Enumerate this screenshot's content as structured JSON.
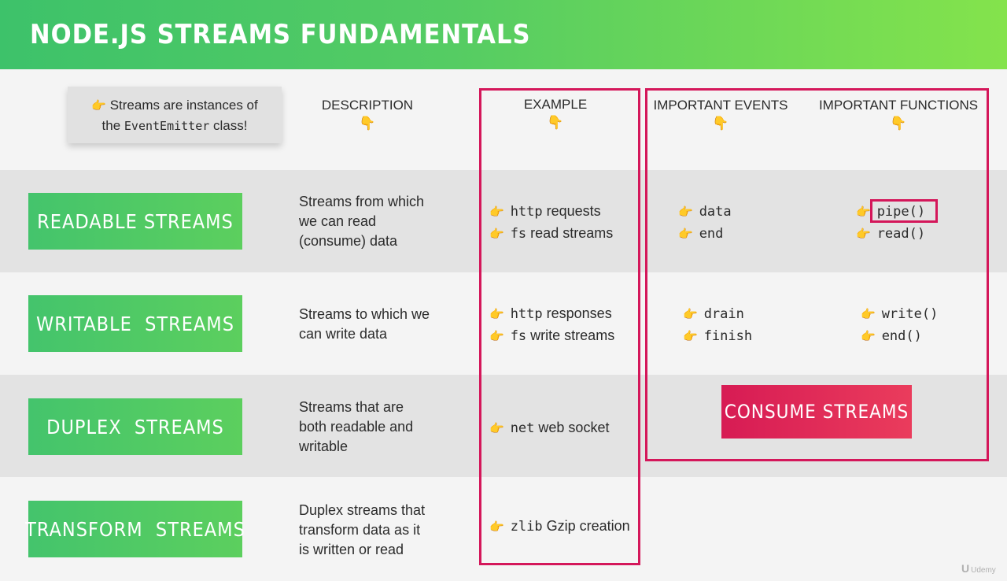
{
  "header": {
    "title": "NODE.JS STREAMS FUNDAMENTALS"
  },
  "note": {
    "hand": "👉",
    "line1": "Streams are instances of",
    "pre": "the ",
    "code": "EventEmitter",
    "post": " class!"
  },
  "columns": {
    "description": "DESCRIPTION",
    "example": "EXAMPLE",
    "events": "IMPORTANT EVENTS",
    "functions": "IMPORTANT FUNCTIONS",
    "down_hand": "👇"
  },
  "streams": [
    {
      "label": "READABLE STREAMS",
      "description": [
        "Streams from which",
        "we can read",
        "(consume) data"
      ],
      "examples": [
        {
          "code": "http",
          "text": " requests"
        },
        {
          "code": "fs",
          "text": " read streams"
        }
      ],
      "events": [
        "data",
        "end"
      ],
      "functions": [
        "pipe()",
        "read()"
      ]
    },
    {
      "label": "WRITABLE  STREAMS",
      "description": [
        "Streams to which we",
        "can write data"
      ],
      "examples": [
        {
          "code": "http",
          "text": " responses"
        },
        {
          "code": "fs",
          "text": " write streams"
        }
      ],
      "events": [
        "drain",
        "finish"
      ],
      "functions": [
        "write()",
        "end()"
      ]
    },
    {
      "label": "DUPLEX  STREAMS",
      "description": [
        "Streams that are",
        "both readable and",
        "writable"
      ],
      "examples": [
        {
          "code": "net",
          "text": " web socket"
        }
      ]
    },
    {
      "label": "TRANSFORM  STREAMS",
      "description": [
        "Duplex streams that",
        "transform data as it",
        "is written or read"
      ],
      "examples": [
        {
          "code": "zlib",
          "text": " Gzip creation"
        }
      ]
    }
  ],
  "bullet_hand": "👉",
  "consume_button": "CONSUME STREAMS",
  "brand": {
    "mark": "U",
    "name": "Udemy"
  },
  "colors": {
    "green": "#4fc865",
    "red": "#d4175a",
    "hand": "#e6a817"
  }
}
